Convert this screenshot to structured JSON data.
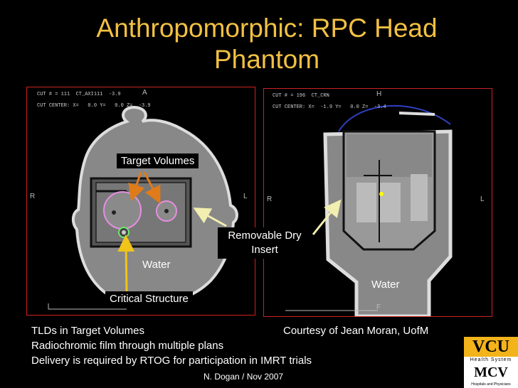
{
  "slide": {
    "title": "Anthropomorphic:  RPC Head Phantom",
    "footer": "N. Dogan / Nov 2007"
  },
  "left_scan": {
    "header_line1": "CUT # = 111  CT_AXI111  -3.9",
    "header_line2": "CUT CENTER: X=   0.0 Y=   0.0 Z=  -3.9",
    "top_marker": "A",
    "left_marker": "R",
    "right_marker": "L"
  },
  "right_scan": {
    "header_line1": "CUT # = 196  CT_CRN",
    "header_line2": "CUT CENTER: X=  -1.9 Y=   0.0 Z=  -3.4",
    "top_marker": "H",
    "left_marker": "R",
    "right_marker": "L",
    "bottom_marker": "F"
  },
  "annotations": {
    "target_volumes": "Target Volumes",
    "water_left": "Water",
    "critical_structure": "Critical Structure",
    "removable_insert": "Removable Dry Insert",
    "water_right": "Water"
  },
  "notes": {
    "line1": "TLDs in Target Volumes",
    "line2": "Radiochromic film through multiple plans",
    "line3": "Delivery is required by RTOG for participation in IMRT trials",
    "credit": "Courtesy of Jean Moran, UofM"
  },
  "logo": {
    "vcu": "VCU",
    "health_system": "Health System",
    "mcv": "MCV",
    "hospitals": "Hospitals and Physicians"
  },
  "colors": {
    "title": "#f2c043",
    "panel_border": "#cc2222",
    "arrow_orange": "#e07b1a",
    "arrow_yellow": "#f0c419",
    "arrow_light": "#f2eeb0",
    "logo_gold": "#f2b31b"
  }
}
